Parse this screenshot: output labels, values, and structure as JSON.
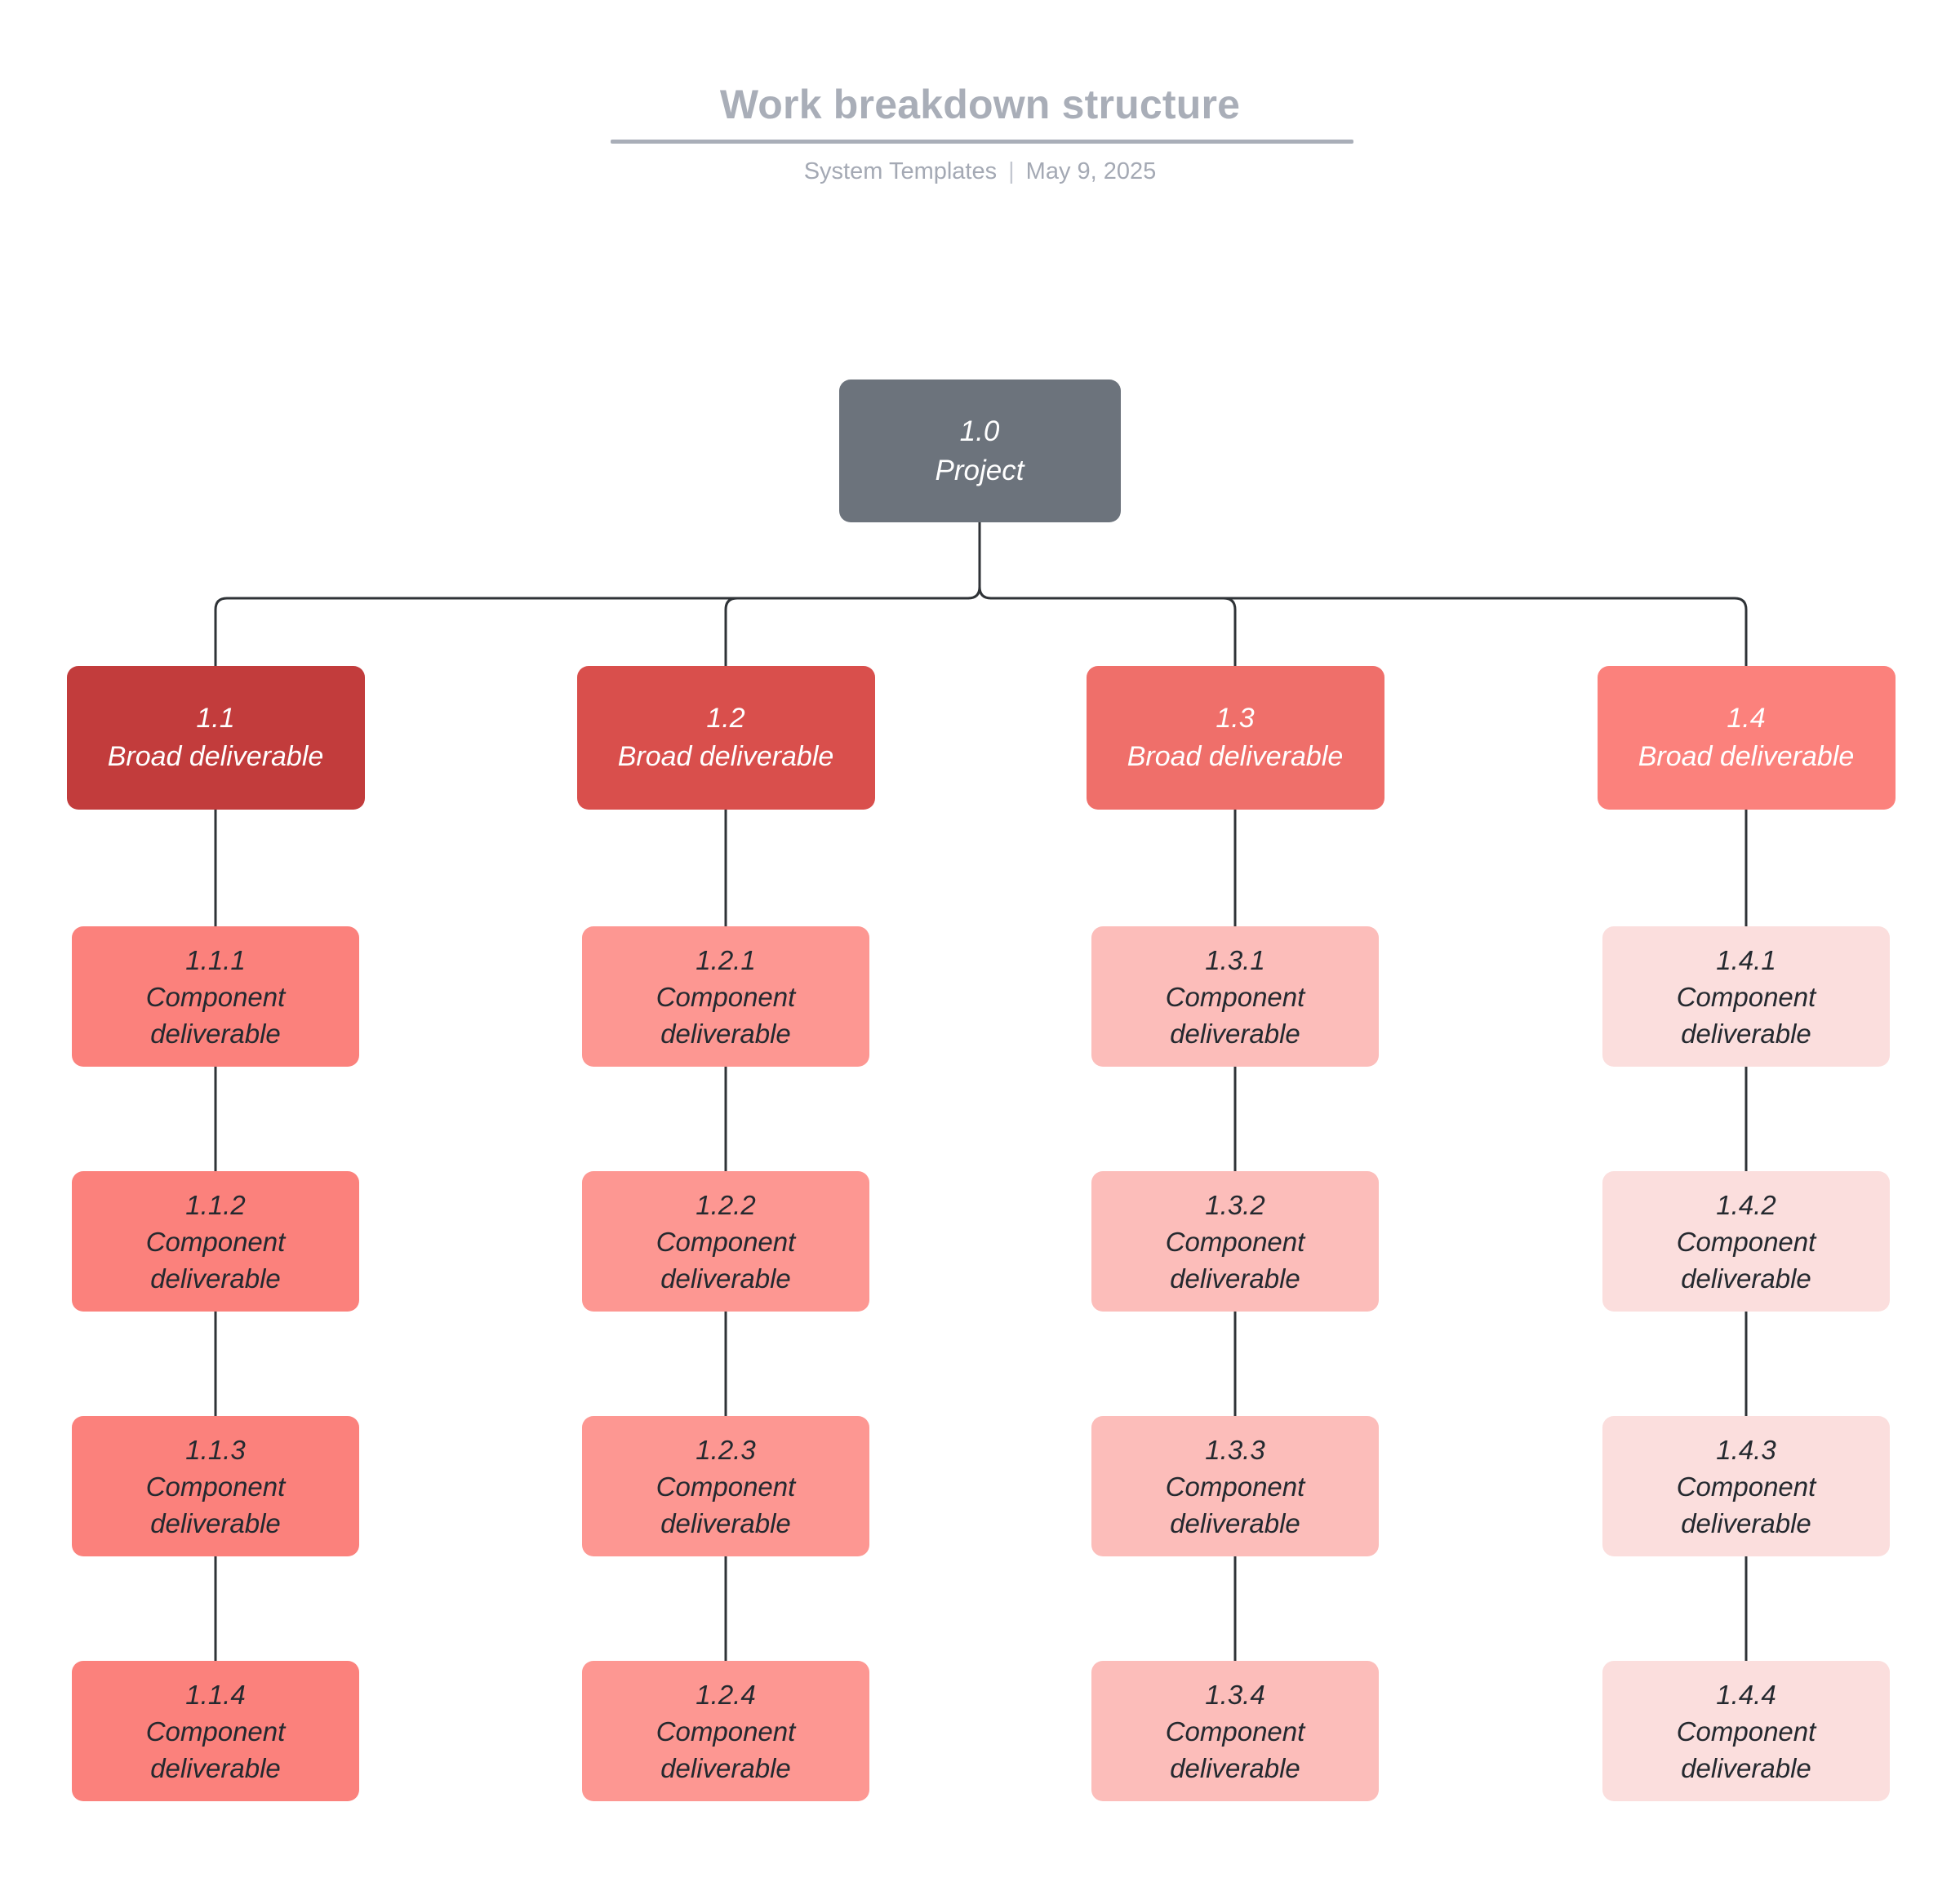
{
  "header": {
    "title": "Work breakdown structure",
    "org": "System Templates",
    "separator": "|",
    "date": "May 9, 2025"
  },
  "colors": {
    "background": "#ffffff",
    "title_gray": "#a9aeb8",
    "root_node": "#6c737c",
    "connector": "#2f3337",
    "level1": [
      "#c23c3c",
      "#d94f4c",
      "#ef6f6a",
      "#fb817c"
    ],
    "level2": [
      "#fb817c",
      "#fd9792",
      "#fcbdba",
      "#fbdedd"
    ],
    "text_light": "#ffffff",
    "text_dark": "#24292f"
  },
  "chart_data": {
    "type": "diagram",
    "layout": "work-breakdown-structure-tree",
    "levels": 3,
    "title": "Work breakdown structure"
  },
  "diagram": {
    "root": {
      "id": "1.0",
      "label": "Project"
    },
    "branches": [
      {
        "id": "1.1",
        "label": "Broad deliverable",
        "color": "#c23c3c",
        "children": [
          {
            "id": "1.1.1",
            "label": "Component\ndeliverable",
            "color": "#fb817c"
          },
          {
            "id": "1.1.2",
            "label": "Component\ndeliverable",
            "color": "#fb817c"
          },
          {
            "id": "1.1.3",
            "label": "Component\ndeliverable",
            "color": "#fb817c"
          },
          {
            "id": "1.1.4",
            "label": "Component\ndeliverable",
            "color": "#fb817c"
          }
        ]
      },
      {
        "id": "1.2",
        "label": "Broad deliverable",
        "color": "#d94f4c",
        "children": [
          {
            "id": "1.2.1",
            "label": "Component\ndeliverable",
            "color": "#fd9792"
          },
          {
            "id": "1.2.2",
            "label": "Component\ndeliverable",
            "color": "#fd9792"
          },
          {
            "id": "1.2.3",
            "label": "Component\ndeliverable",
            "color": "#fd9792"
          },
          {
            "id": "1.2.4",
            "label": "Component\ndeliverable",
            "color": "#fd9792"
          }
        ]
      },
      {
        "id": "1.3",
        "label": "Broad deliverable",
        "color": "#ef6f6a",
        "children": [
          {
            "id": "1.3.1",
            "label": "Component\ndeliverable",
            "color": "#fcbdba"
          },
          {
            "id": "1.3.2",
            "label": "Component\ndeliverable",
            "color": "#fcbdba"
          },
          {
            "id": "1.3.3",
            "label": "Component\ndeliverable",
            "color": "#fcbdba"
          },
          {
            "id": "1.3.4",
            "label": "Component\ndeliverable",
            "color": "#fcbdba"
          }
        ]
      },
      {
        "id": "1.4",
        "label": "Broad deliverable",
        "color": "#fb817c",
        "children": [
          {
            "id": "1.4.1",
            "label": "Component\ndeliverable",
            "color": "#fbdedd"
          },
          {
            "id": "1.4.2",
            "label": "Component\ndeliverable",
            "color": "#fbdedd"
          },
          {
            "id": "1.4.3",
            "label": "Component\ndeliverable",
            "color": "#fbdedd"
          },
          {
            "id": "1.4.4",
            "label": "Component\ndeliverable",
            "color": "#fbdedd"
          }
        ]
      }
    ]
  }
}
